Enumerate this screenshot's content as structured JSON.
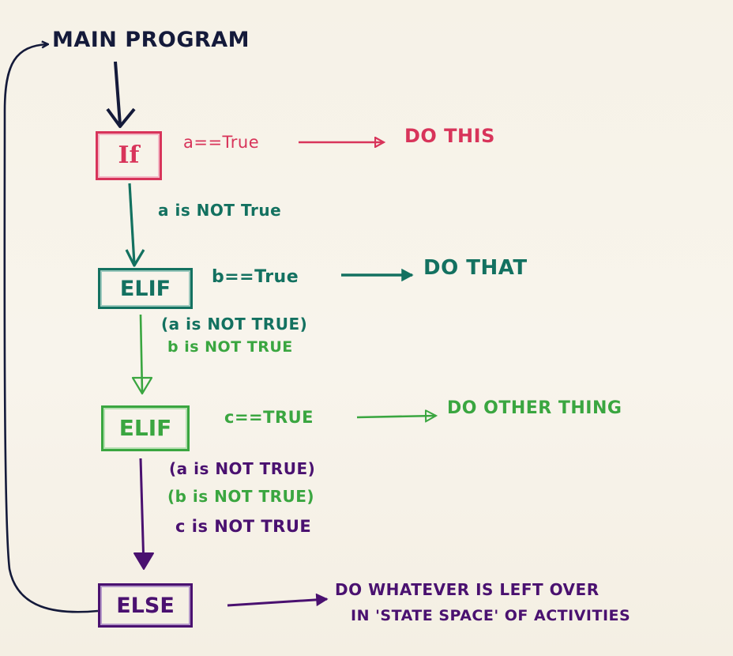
{
  "title": "MAIN PROGRAM",
  "colors": {
    "paper": "#f7f3ea",
    "navy": "#141a3a",
    "pink": "#d8345a",
    "teal": "#137160",
    "green": "#3aa640",
    "purple": "#4a1170"
  },
  "blocks": {
    "if": {
      "keyword": "If",
      "condition": "a==True",
      "action": "DO THIS",
      "fallthrough": "a is NOT True"
    },
    "elif1": {
      "keyword": "ELIF",
      "condition": "b==True",
      "action": "DO THAT",
      "fallthrough": [
        "(a is NOT TRUE)",
        "b is NOT TRUE"
      ]
    },
    "elif2": {
      "keyword": "ELIF",
      "condition": "c==TRUE",
      "action": "DO OTHER THING",
      "fallthrough": [
        "(a is NOT TRUE)",
        "(b is NOT TRUE)",
        "c is NOT TRUE"
      ]
    },
    "else": {
      "keyword": "ELSE",
      "action": [
        "DO WHATEVER IS LEFT OVER",
        "IN 'STATE SPACE' OF ACTIVITIES"
      ]
    }
  }
}
